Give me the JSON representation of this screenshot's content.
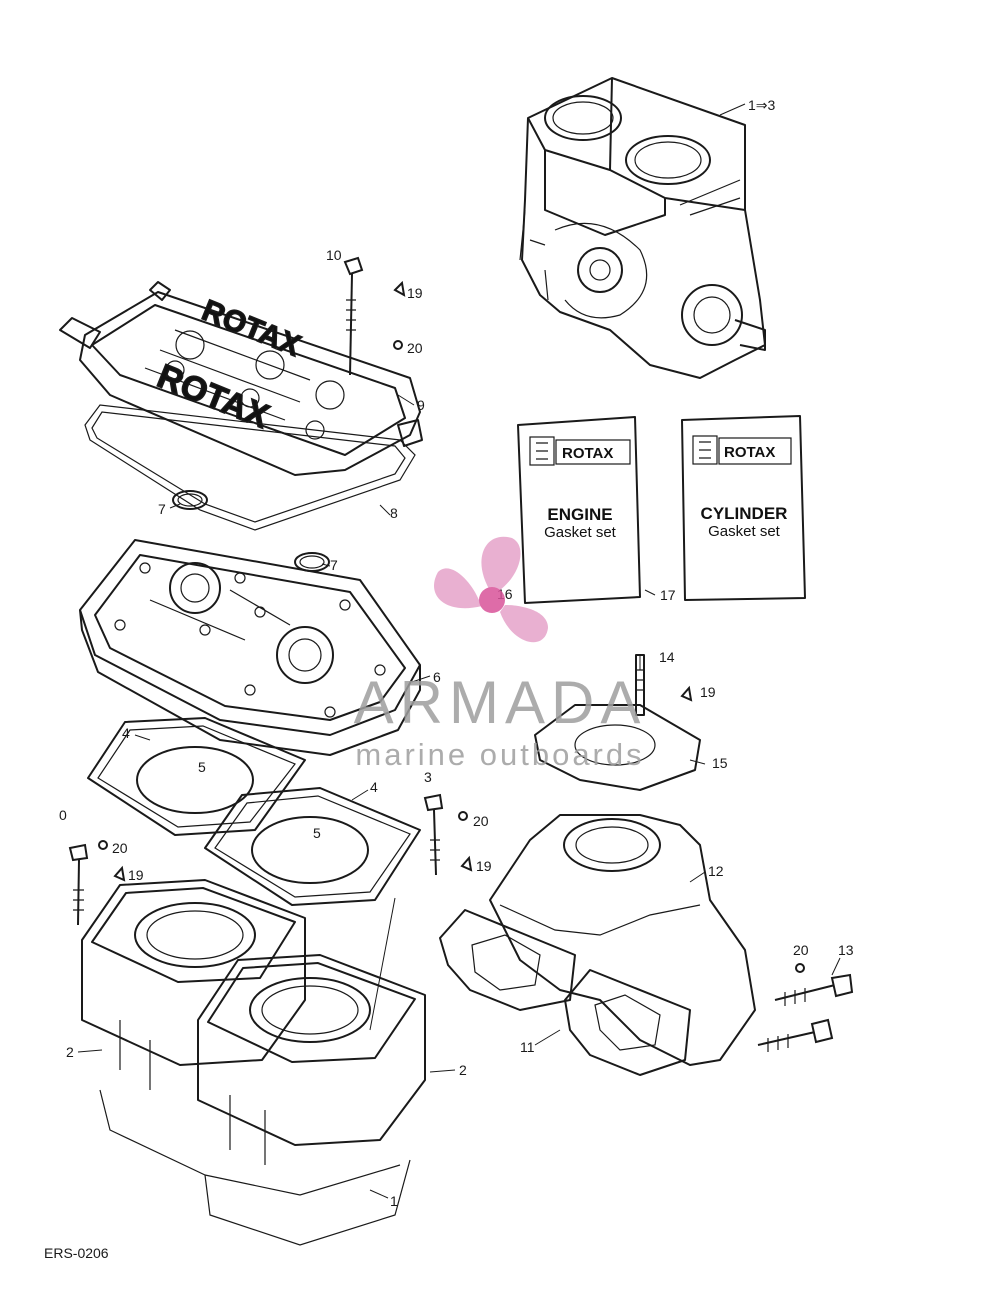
{
  "callouts": {
    "c1_3": "1⇒3",
    "c10": "10",
    "c19a": "19",
    "c20a": "20",
    "c9": "9",
    "c7a": "7",
    "c8": "8",
    "c7b": "7",
    "c6": "6",
    "c4a": "4",
    "c5a": "5",
    "c4b": "4",
    "c5b": "5",
    "c3": "3",
    "c20b": "20",
    "c19b": "19",
    "c0": "0",
    "c20c": "20",
    "c19c": "19",
    "c16": "16",
    "c17": "17",
    "c14": "14",
    "c19d": "19",
    "c15": "15",
    "c12": "12",
    "c20d": "20",
    "c13": "13",
    "c11": "11",
    "c2a": "2",
    "c2b": "2",
    "c1": "1"
  },
  "booklets": {
    "engine": {
      "brand": "ROTAX",
      "title": "ENGINE",
      "subtitle": "Gasket set"
    },
    "cylinder": {
      "brand": "ROTAX",
      "title": "CYLINDER",
      "subtitle": "Gasket set"
    }
  },
  "cover_text": {
    "line1": "ROTAX",
    "line2": "ROTAX"
  },
  "watermark": {
    "brand": "ARMADA",
    "tagline": "marine outboards",
    "colors": {
      "propeller": "#e6a3c9",
      "hub": "#d9539a",
      "text": "#9e9e9e"
    }
  },
  "figure_code": "ERS-0206"
}
